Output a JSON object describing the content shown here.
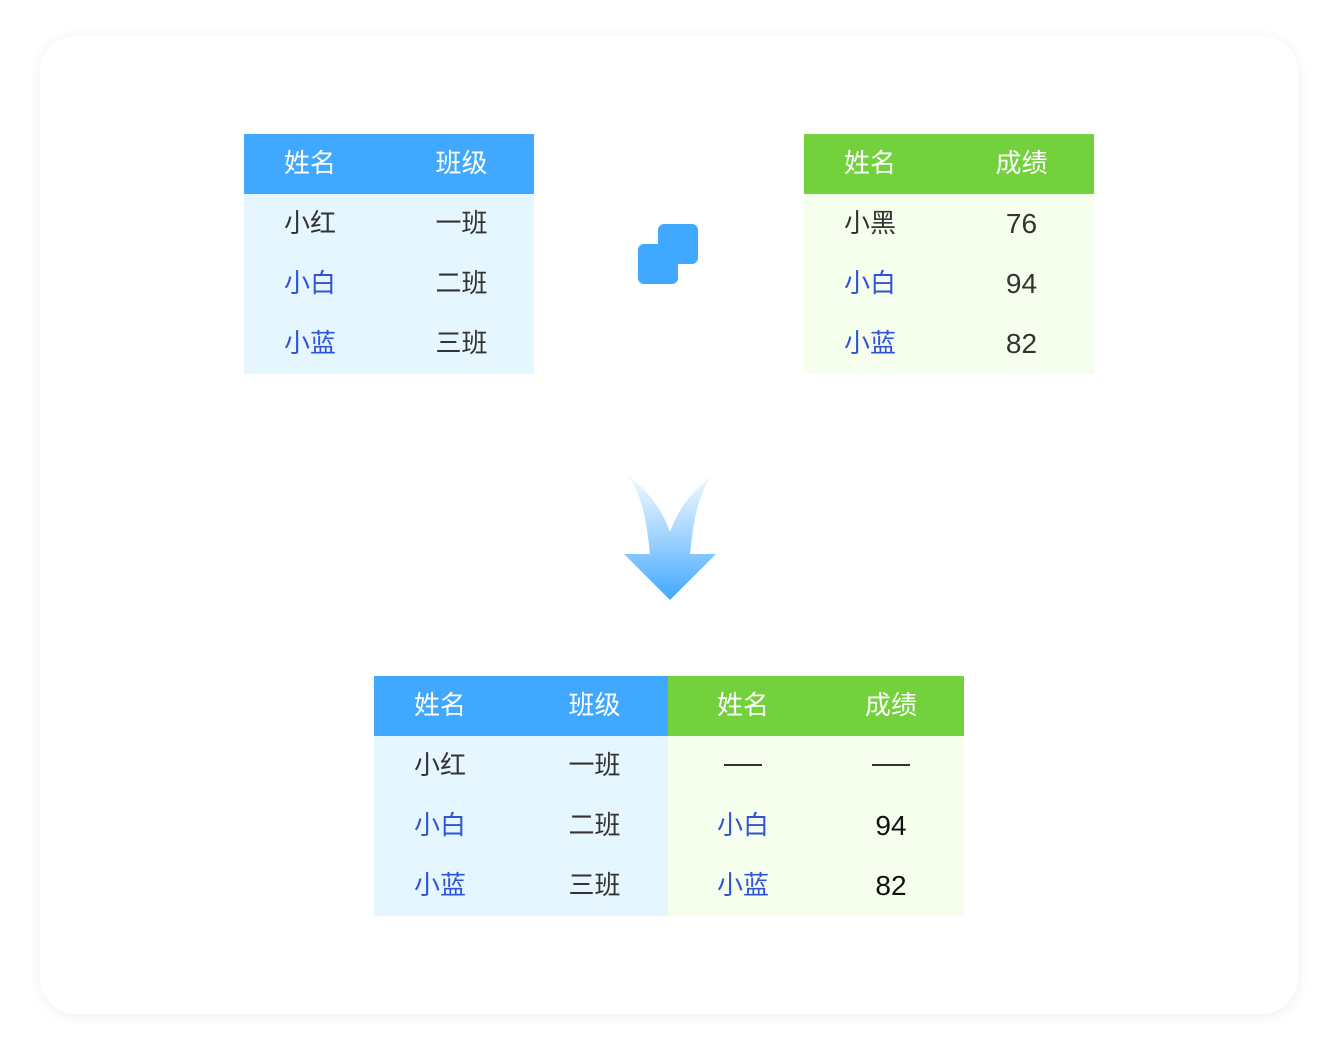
{
  "left_table": {
    "headers": [
      "姓名",
      "班级"
    ],
    "rows": [
      {
        "name": "小红",
        "class": "一班"
      },
      {
        "name": "小白",
        "class": "二班"
      },
      {
        "name": "小蓝",
        "class": "三班"
      }
    ]
  },
  "right_table": {
    "headers": [
      "姓名",
      "成绩"
    ],
    "rows": [
      {
        "name": "小黑",
        "score": "76"
      },
      {
        "name": "小白",
        "score": "94"
      },
      {
        "name": "小蓝",
        "score": "82"
      }
    ]
  },
  "result_table": {
    "headers": [
      "姓名",
      "班级",
      "姓名",
      "成绩"
    ],
    "rows": [
      {
        "name": "小红",
        "class": "一班",
        "name2": "",
        "score": ""
      },
      {
        "name": "小白",
        "class": "二班",
        "name2": "小白",
        "score": "94"
      },
      {
        "name": "小蓝",
        "class": "三班",
        "name2": "小蓝",
        "score": "82"
      }
    ]
  },
  "icons": {
    "join": "join-icon",
    "arrow": "arrow-down-icon"
  },
  "colors": {
    "blue_header": "#40a8ff",
    "blue_body": "#e6f6fe",
    "green_header": "#73d13d",
    "green_body": "#f6ffed",
    "highlight_text": "#2f54d8",
    "text": "#333333"
  }
}
